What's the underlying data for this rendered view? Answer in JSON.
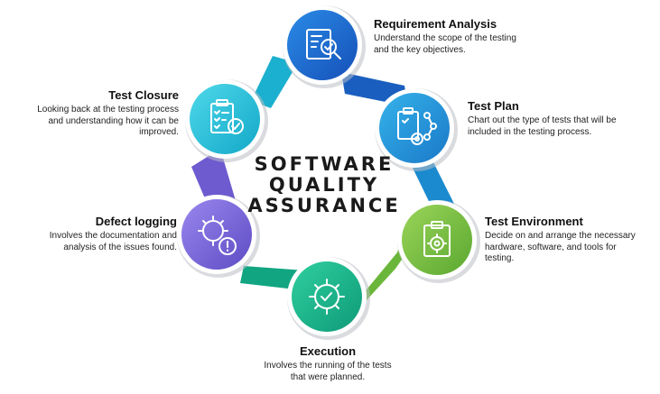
{
  "title": {
    "line1": "SOFTWARE",
    "line2": "QUALITY",
    "line3": "ASSURANCE"
  },
  "stages": [
    {
      "id": "requirement-analysis",
      "title": "Requirement Analysis",
      "description": "Understand the scope of the testing and the key objectives.",
      "color": "#1e6fd1",
      "icon": "document-search-icon"
    },
    {
      "id": "test-plan",
      "title": "Test Plan",
      "description": "Chart out the type of tests that will be included in the testing process.",
      "color": "#1f97d8",
      "icon": "clipboard-flow-icon"
    },
    {
      "id": "test-environment",
      "title": "Test Environment",
      "description": "Decide on and arrange the necessary hardware, software, and tools for testing.",
      "color": "#7ac143",
      "icon": "clipboard-gear-icon"
    },
    {
      "id": "execution",
      "title": "Execution",
      "description": "Involves the running of the tests that were planned.",
      "color": "#16b28a",
      "icon": "gear-check-icon"
    },
    {
      "id": "defect-logging",
      "title": "Defect logging",
      "description": "Involves the documentation and analysis of the issues found.",
      "color": "#7b68d8",
      "icon": "gear-alert-icon"
    },
    {
      "id": "test-closure",
      "title": "Test Closure",
      "description": "Looking back at the testing process and understanding how it can be improved.",
      "color": "#22c1d8",
      "icon": "checklist-icon"
    }
  ]
}
